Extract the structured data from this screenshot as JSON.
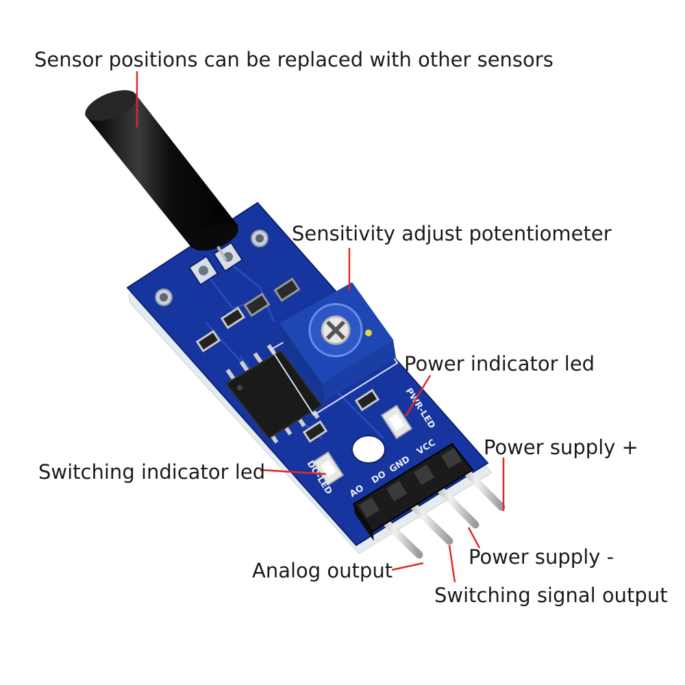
{
  "colors": {
    "board": "#17359e",
    "board_edge": "#0c2170",
    "pcb_side": "#e6ebf2",
    "pot": "#2d57c4",
    "sensor": "#111111",
    "pointer": "#e32626",
    "header": "#1b1b1b",
    "pin": "#cfcfcf"
  },
  "labels": {
    "sensor_positions": "Sensor positions can be replaced with other sensors",
    "sensitivity": "Sensitivity adjust potentiometer",
    "power_led": "Power indicator led",
    "power_plus": "Power supply +",
    "switching_led": "Switching indicator led",
    "analog_output": "Analog output",
    "power_minus": "Power supply -",
    "switching_signal": "Switching signal output"
  },
  "silkscreen": {
    "pwr_led": "PWR-LED",
    "do_led": "DO-LED",
    "ao": "AO",
    "do": "DO",
    "gnd": "GND",
    "vcc": "VCC"
  }
}
